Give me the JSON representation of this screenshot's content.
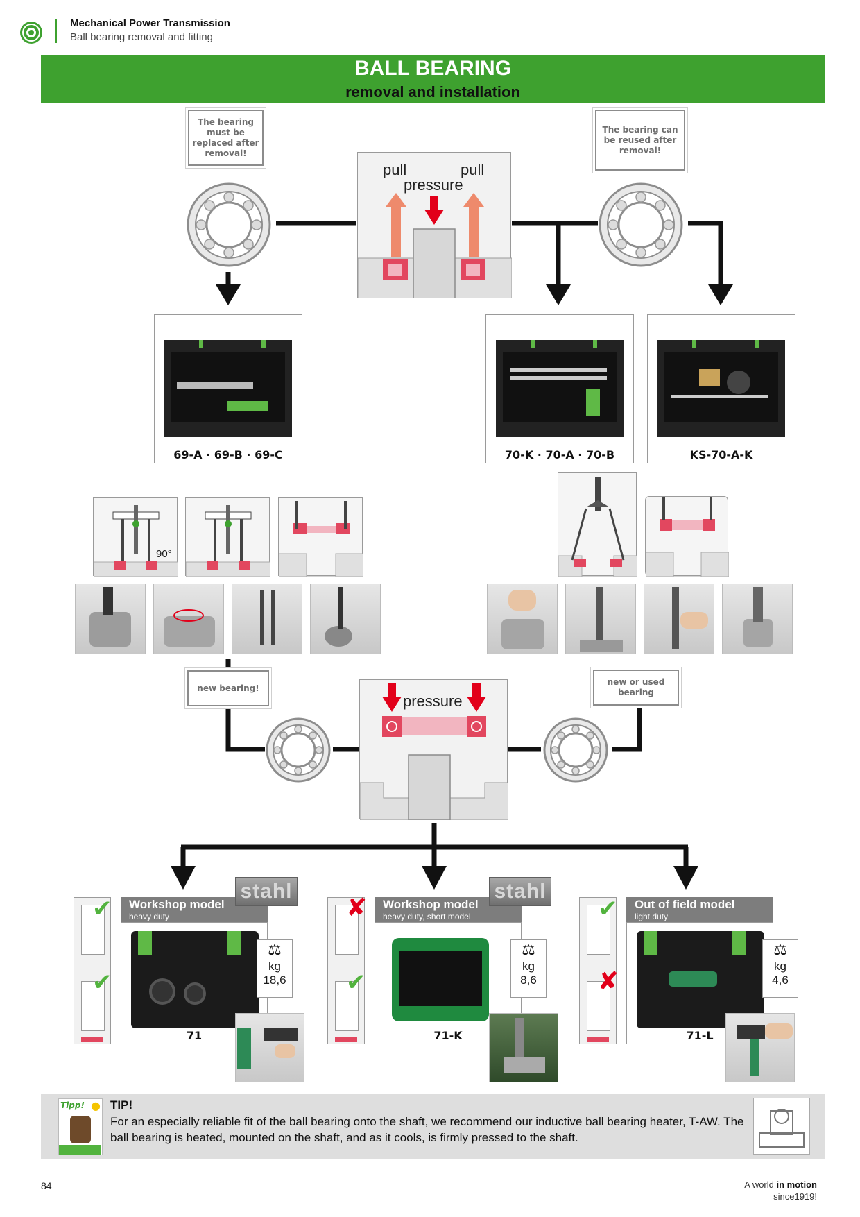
{
  "header": {
    "section_title": "Mechanical Power Transmission",
    "section_subtitle": "Ball bearing removal and fitting",
    "logo_name": "company-logo"
  },
  "banner": {
    "title": "BALL BEARING",
    "subtitle": "removal and installation",
    "color": "#3ea12f"
  },
  "notes": {
    "replace": "The bearing must be replaced after removal!",
    "reuse": "The bearing can be reused after removal!",
    "new_bearing": "new bearing!",
    "new_or_used": "new or used bearing"
  },
  "removal_diagram": {
    "pull_left": "pull",
    "pull_right": "pull",
    "pressure": "pressure"
  },
  "install_diagram": {
    "pressure": "pressure"
  },
  "kits": {
    "k69": "69-A · 69-B · 69-C",
    "k70": "70-K · 70-A · 70-B",
    "ks70": "KS-70-A-K"
  },
  "angle_label": "90°",
  "models": [
    {
      "title": "Workshop model",
      "subtitle": "heavy duty",
      "code": "71",
      "weight_unit": "kg",
      "weight_value": "18,6",
      "badge": "stahl",
      "checks": [
        "check",
        "check"
      ]
    },
    {
      "title": "Workshop model",
      "subtitle": "heavy duty, short model",
      "code": "71-K",
      "weight_unit": "kg",
      "weight_value": "8,6",
      "badge": "stahl",
      "checks": [
        "cross",
        "check"
      ]
    },
    {
      "title": "Out of field model",
      "subtitle": "light duty",
      "code": "71-L",
      "weight_unit": "kg",
      "weight_value": "4,6",
      "badge": "",
      "checks": [
        "check",
        "cross"
      ]
    }
  ],
  "tip": {
    "badge": "Tipp!",
    "title": "TIP!",
    "text": "For an especially reliable fit of the ball bearing onto the shaft, we recommend our inductive ball bearing heater, T-AW. The ball bearing is heated, mounted on the shaft, and as it cools, is firmly pressed to the shaft."
  },
  "footer": {
    "page_number": "84",
    "tagline_pre": "A world ",
    "tagline_bold": "in motion",
    "since": "since1919!"
  },
  "colors": {
    "brand_green": "#3ea12f",
    "arrow_red": "#e2001a",
    "arrow_salmon": "#ee8a6c",
    "check_green": "#52b33e",
    "bearing_pink": "#f2a7b3"
  }
}
